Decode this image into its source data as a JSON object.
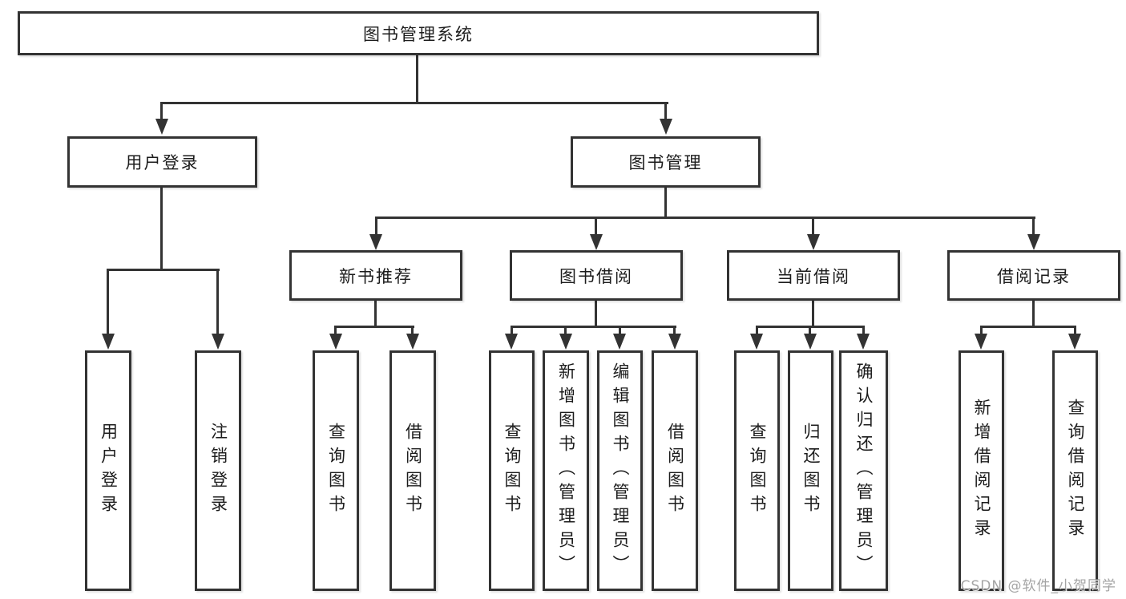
{
  "watermark": {
    "text": "CSDN @软件_小贺同学"
  },
  "nodes": {
    "root": {
      "label": "图书管理系统"
    },
    "user_login": {
      "label": "用户登录"
    },
    "book_mgmt": {
      "label": "图书管理"
    },
    "leaf_user_login": {
      "label": "用户登录"
    },
    "leaf_logout": {
      "label": "注销登录"
    },
    "new_book_rec": {
      "label": "新书推荐"
    },
    "book_borrow": {
      "label": "图书借阅"
    },
    "current_borrow": {
      "label": "当前借阅"
    },
    "borrow_records": {
      "label": "借阅记录"
    },
    "leaf_query_book_1": {
      "label": "查询图书"
    },
    "leaf_borrow_book_1": {
      "label": "借阅图书"
    },
    "leaf_query_book_2": {
      "label": "查询图书"
    },
    "leaf_add_book": {
      "label": "新增图书（管理员）"
    },
    "leaf_edit_book": {
      "label": "编辑图书（管理员）"
    },
    "leaf_borrow_book_2": {
      "label": "借阅图书"
    },
    "leaf_query_book_3": {
      "label": "查询图书"
    },
    "leaf_return_book": {
      "label": "归还图书"
    },
    "leaf_confirm_return": {
      "label": "确认归还（管理员）"
    },
    "leaf_add_record": {
      "label": "新增借阅记录"
    },
    "leaf_query_record": {
      "label": "查询借阅记录"
    }
  },
  "hierarchy": {
    "图书管理系统": {
      "用户登录": [
        "用户登录",
        "注销登录"
      ],
      "图书管理": {
        "新书推荐": [
          "查询图书",
          "借阅图书"
        ],
        "图书借阅": [
          "查询图书",
          "新增图书（管理员）",
          "编辑图书（管理员）",
          "借阅图书"
        ],
        "当前借阅": [
          "查询图书",
          "归还图书",
          "确认归还（管理员）"
        ],
        "借阅记录": [
          "新增借阅记录",
          "查询借阅记录"
        ]
      }
    }
  },
  "colors": {
    "line": "#333333",
    "text": "#1c1c1c",
    "background": "#ffffff",
    "watermark": "#949494"
  }
}
